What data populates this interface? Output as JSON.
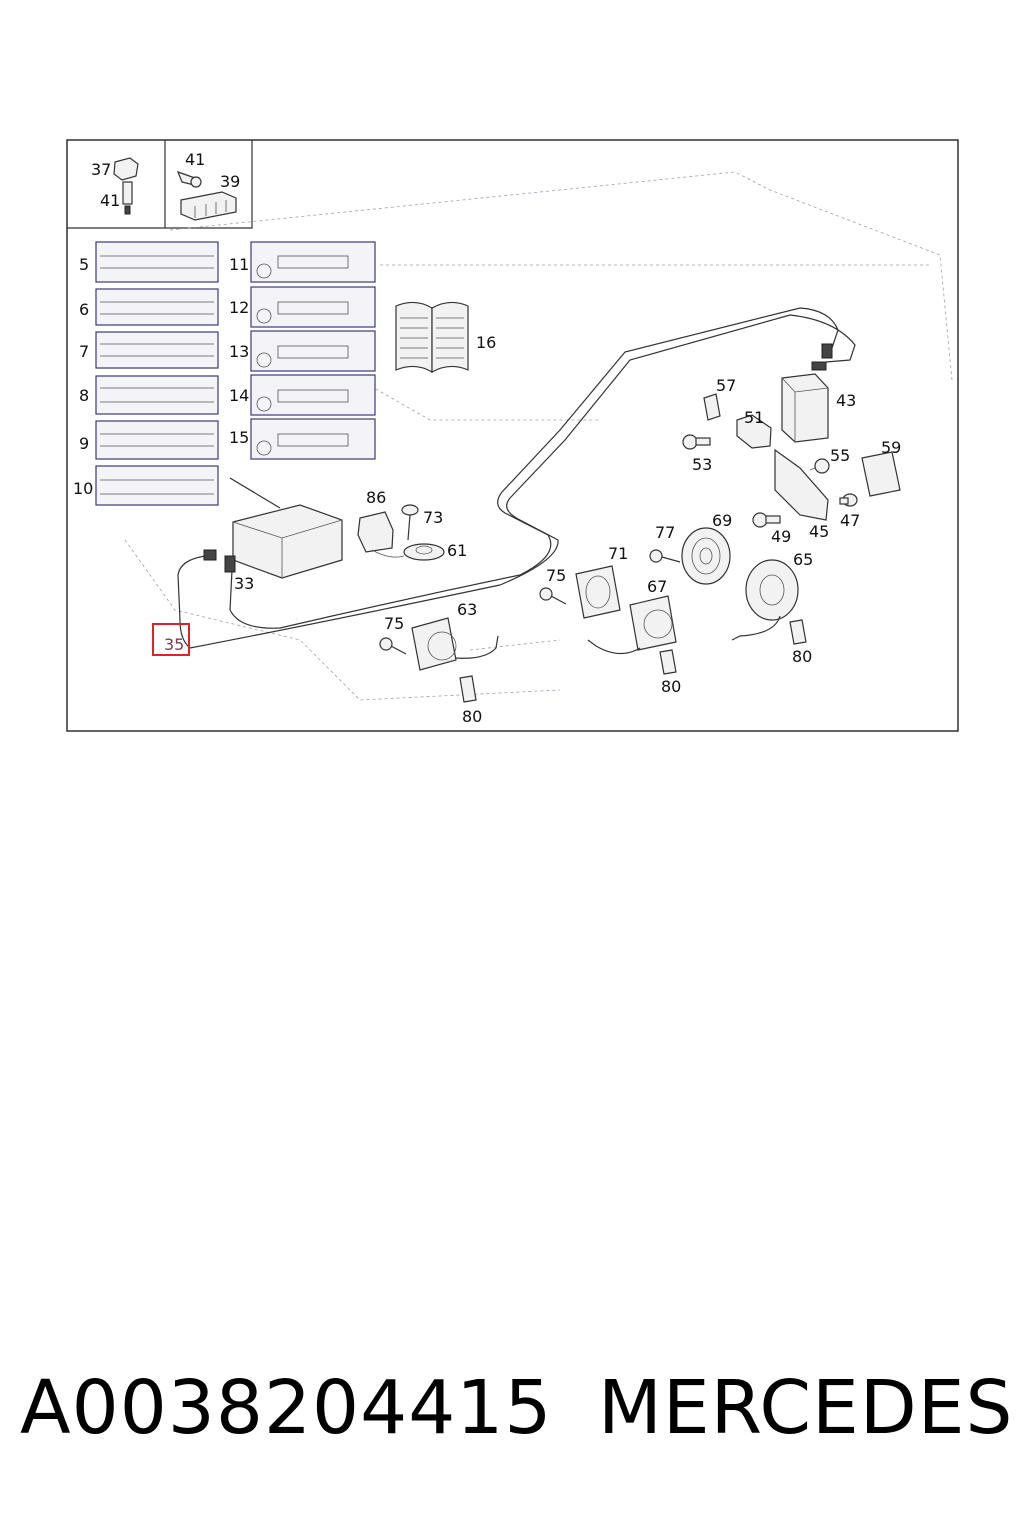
{
  "diagram": {
    "callouts": [
      {
        "id": "37",
        "text": "37"
      },
      {
        "id": "41a",
        "text": "41"
      },
      {
        "id": "41b",
        "text": "41"
      },
      {
        "id": "39",
        "text": "39"
      },
      {
        "id": "5",
        "text": "5"
      },
      {
        "id": "6",
        "text": "6"
      },
      {
        "id": "7",
        "text": "7"
      },
      {
        "id": "8",
        "text": "8"
      },
      {
        "id": "9",
        "text": "9"
      },
      {
        "id": "10",
        "text": "10"
      },
      {
        "id": "11",
        "text": "11"
      },
      {
        "id": "12",
        "text": "12"
      },
      {
        "id": "13",
        "text": "13"
      },
      {
        "id": "14",
        "text": "14"
      },
      {
        "id": "15",
        "text": "15"
      },
      {
        "id": "16",
        "text": "16"
      },
      {
        "id": "57",
        "text": "57"
      },
      {
        "id": "43",
        "text": "43"
      },
      {
        "id": "51",
        "text": "51"
      },
      {
        "id": "53",
        "text": "53"
      },
      {
        "id": "55",
        "text": "55"
      },
      {
        "id": "59",
        "text": "59"
      },
      {
        "id": "86",
        "text": "86"
      },
      {
        "id": "73",
        "text": "73"
      },
      {
        "id": "61",
        "text": "61"
      },
      {
        "id": "77",
        "text": "77"
      },
      {
        "id": "69",
        "text": "69"
      },
      {
        "id": "49",
        "text": "49"
      },
      {
        "id": "45",
        "text": "45"
      },
      {
        "id": "47",
        "text": "47"
      },
      {
        "id": "33",
        "text": "33"
      },
      {
        "id": "71",
        "text": "71"
      },
      {
        "id": "65",
        "text": "65"
      },
      {
        "id": "75a",
        "text": "75"
      },
      {
        "id": "67",
        "text": "67"
      },
      {
        "id": "63",
        "text": "63"
      },
      {
        "id": "75b",
        "text": "75"
      },
      {
        "id": "35",
        "text": "35"
      },
      {
        "id": "80a",
        "text": "80"
      },
      {
        "id": "80b",
        "text": "80"
      },
      {
        "id": "80c",
        "text": "80"
      }
    ],
    "highlighted_part": "35",
    "highlight_color": "#e0202a"
  },
  "footer": {
    "part_number": "A0038204415",
    "brand": "MERCEDES"
  }
}
